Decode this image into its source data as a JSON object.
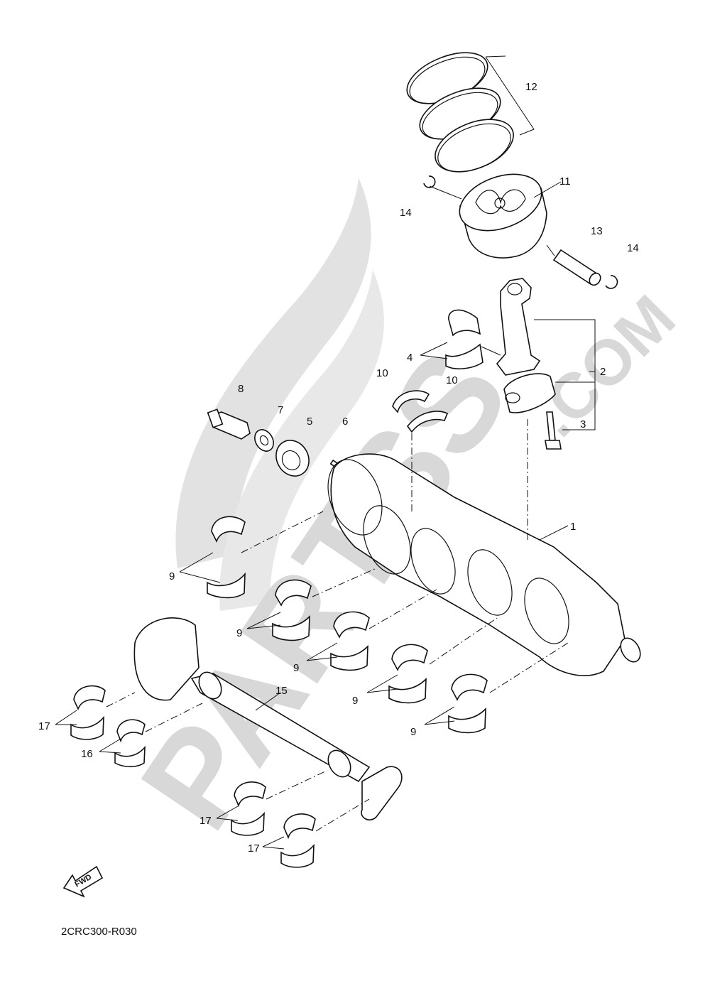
{
  "watermark": {
    "brand": "PARTSS",
    "domain": ".COM"
  },
  "labels": {
    "p1": "1",
    "p2": "2",
    "p3": "3",
    "p4": "4",
    "p5": "5",
    "p6": "6",
    "p7": "7",
    "p8": "8",
    "p10a": "10",
    "p10b": "10",
    "p11": "11",
    "p12": "12",
    "p13": "13",
    "p14a": "14",
    "p14b": "14",
    "p15": "15",
    "p16": "16",
    "p17a": "17",
    "p17b": "17",
    "p17c": "17",
    "p9a": "9",
    "p9b": "9",
    "p9c": "9",
    "p9d": "9",
    "p9e": "9"
  },
  "fwd_label": "FWD",
  "diagram_code": "2CRC300-R030"
}
